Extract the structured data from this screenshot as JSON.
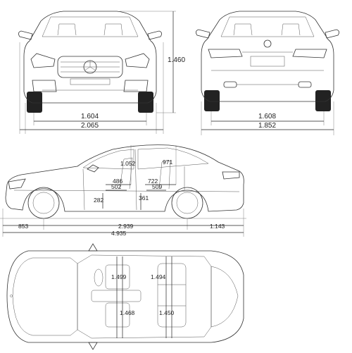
{
  "dimensions": {
    "front": {
      "track_front": "1.604",
      "width_with_mirrors": "2.065",
      "height": "1.460"
    },
    "rear": {
      "track_rear": "1.608",
      "width_without_mirrors": "1.852"
    },
    "side": {
      "headroom_front": "1.052",
      "headroom_rear": "971",
      "legroom_front": "486",
      "legroom_front_2": "502",
      "legroom_rear": "722",
      "legroom_rear_2": "509",
      "seat_height_front": "282",
      "seat_height_rear": "361",
      "front_overhang": "853",
      "wheelbase": "2.939",
      "rear_overhang": "1.143",
      "length": "4.935"
    },
    "top": {
      "shoulder_front": "1.499",
      "shoulder_rear": "1.494",
      "elbow_front": "1.468",
      "elbow_rear": "1.450"
    }
  }
}
